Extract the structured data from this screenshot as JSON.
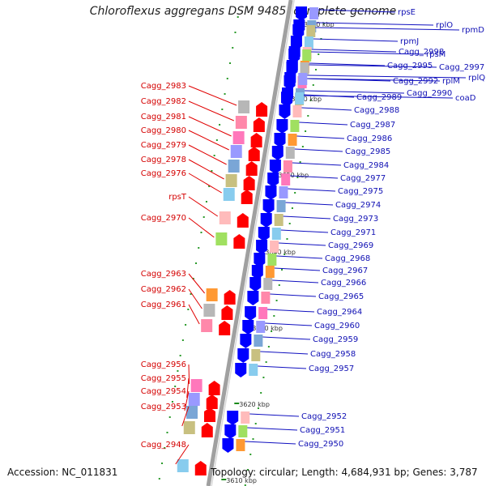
{
  "title": "Chloroflexus aggregans DSM 9485, complete genome",
  "footer": {
    "accession": "Accession: NC_011831",
    "stats": "Topology: circular; Length: 4,684,931 bp; Genes: 3,787"
  },
  "colors": {
    "reverse_label": "#d40000",
    "forward_label": "#1010b4",
    "backbone": "#808080",
    "reverse_arrow": "#ff0000",
    "forward_arrow": "#0000ff"
  },
  "ticks": [
    "3670 kbp",
    "3660 kbp",
    "3650 kbp",
    "3640 kbp",
    "3630 kbp",
    "3620 kbp",
    "3610 kbp"
  ],
  "reverse_genes": [
    "Cagg_2983",
    "Cagg_2982",
    "Cagg_2981",
    "Cagg_2980",
    "Cagg_2979",
    "Cagg_2978",
    "Cagg_2976",
    "rpsT",
    "Cagg_2970",
    "Cagg_2963",
    "Cagg_2962",
    "Cagg_2961",
    "Cagg_2956",
    "Cagg_2955",
    "Cagg_2954",
    "Cagg_2953",
    "Cagg_2948"
  ],
  "forward_genes": [
    "rpsE",
    "rplO",
    "rpmD",
    "rpmJ",
    "Cagg_2998",
    "rpsM",
    "Cagg_2995",
    "Cagg_2997",
    "Cagg_2992",
    "rplM",
    "rplQ",
    "Cagg_2990",
    "coaD",
    "Cagg_2989",
    "Cagg_2988",
    "Cagg_2987",
    "Cagg_2986",
    "Cagg_2985",
    "Cagg_2984",
    "Cagg_2977",
    "Cagg_2975",
    "Cagg_2974",
    "Cagg_2973",
    "Cagg_2971",
    "Cagg_2969",
    "Cagg_2968",
    "Cagg_2967",
    "Cagg_2966",
    "Cagg_2965",
    "Cagg_2964",
    "Cagg_2960",
    "Cagg_2959",
    "Cagg_2958",
    "Cagg_2957",
    "Cagg_2952",
    "Cagg_2951",
    "Cagg_2950"
  ]
}
